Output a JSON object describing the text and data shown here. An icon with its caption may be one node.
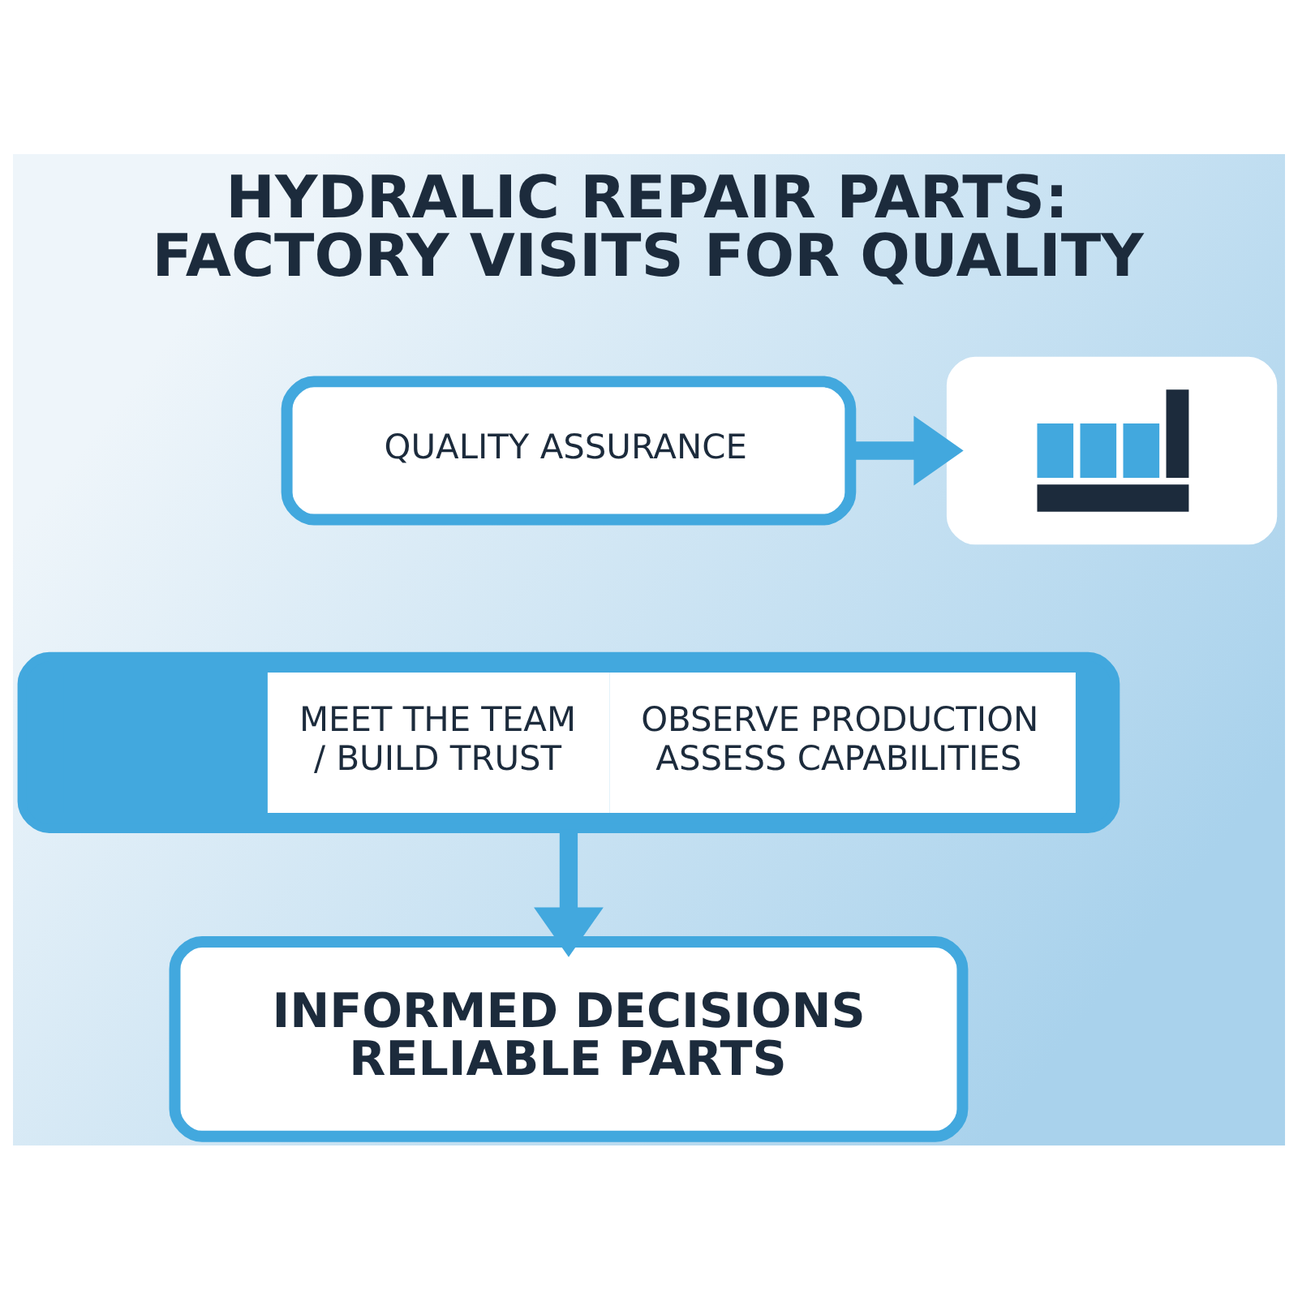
{
  "diagram": {
    "title": "HYDRALIC REPAIR PARTS: FACTORY VISITS FOR QUALITY",
    "nodes": [
      {
        "text": [
          "QUALITY ASSURANCE"
        ]
      },
      {
        "text": [],
        "shape": "picture"
      },
      {
        "text": [
          "MEET THE TEAM / BUILD TRUST",
          "OBSERVE PRODUCTION ASSESS CAPABILITIES"
        ]
      },
      {
        "text": [
          "INFORMED DECISIONS RELIABLE PARTS"
        ]
      }
    ],
    "edges": [
      {
        "from": 0,
        "to": 1,
        "arrow": "to"
      },
      {
        "from": 2,
        "to": 3,
        "arrow": "to"
      }
    ]
  }
}
